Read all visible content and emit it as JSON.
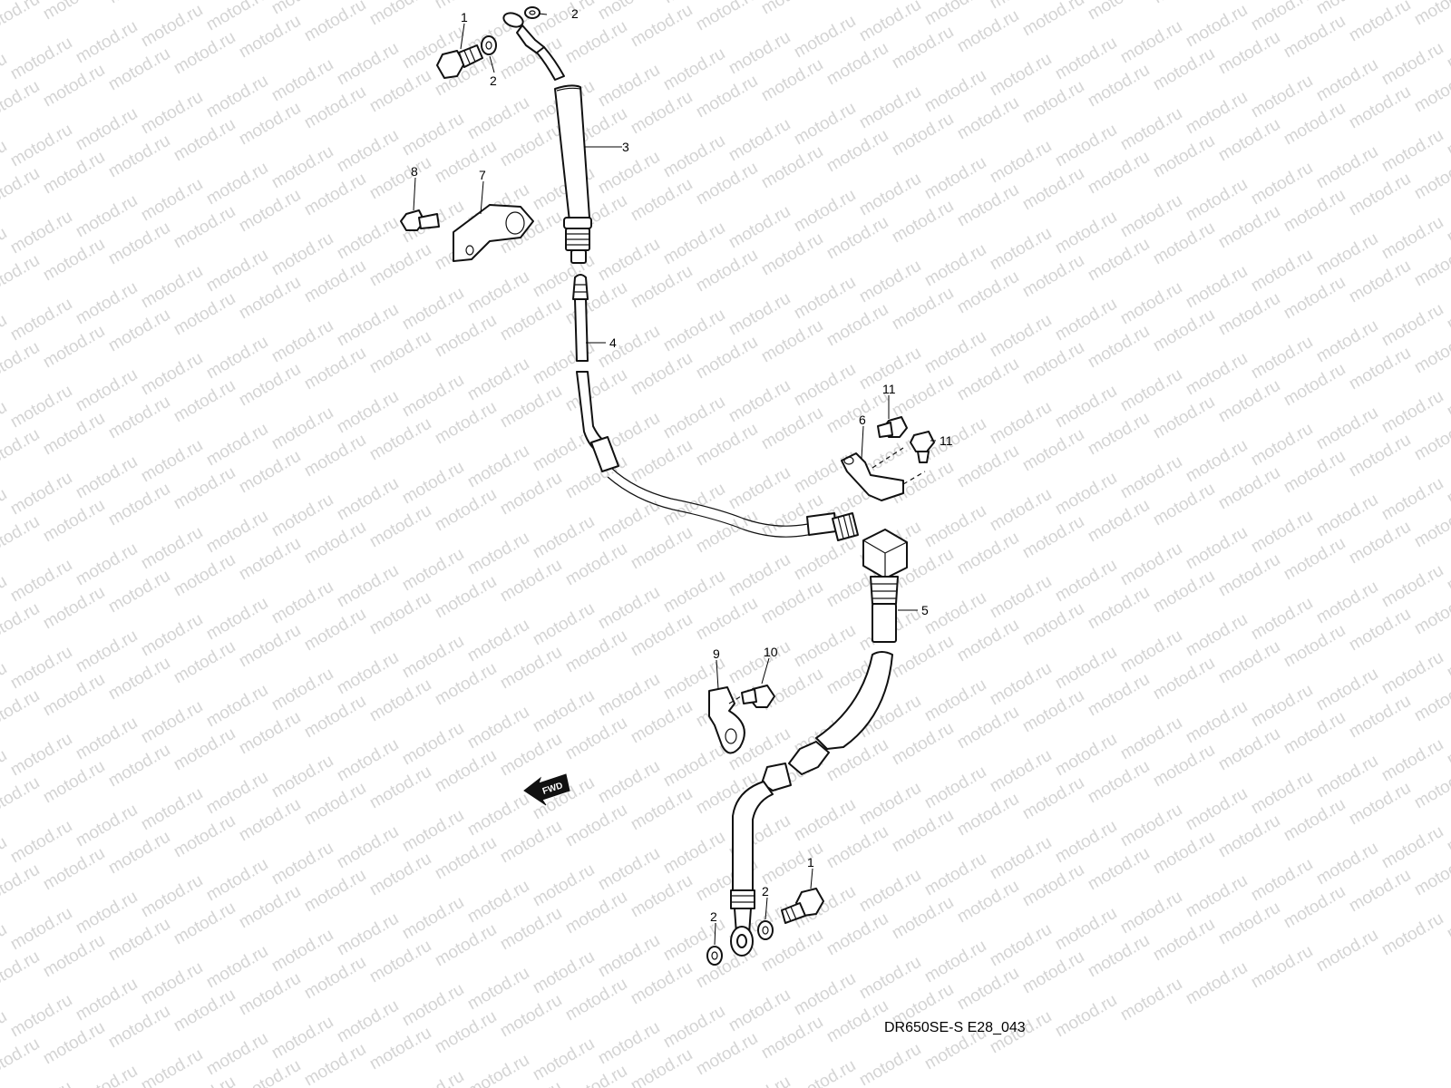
{
  "watermark": {
    "text": "motod.ru"
  },
  "diagram_code": "DR650SE-S E28_043",
  "fwd_label": "FWD",
  "callouts": [
    "1",
    "2",
    "2",
    "3",
    "8",
    "7",
    "4",
    "11",
    "6",
    "11",
    "5",
    "9",
    "10",
    "2",
    "2",
    "1"
  ]
}
